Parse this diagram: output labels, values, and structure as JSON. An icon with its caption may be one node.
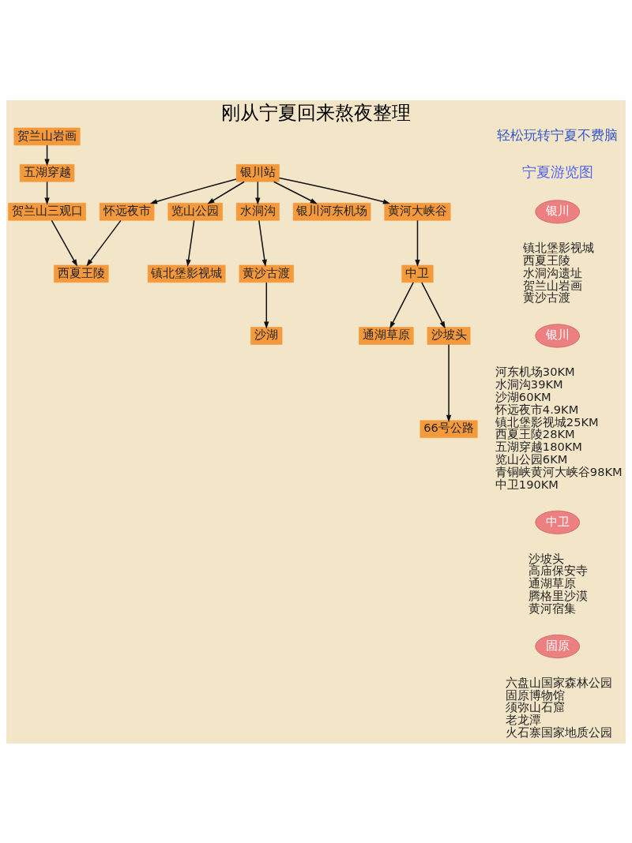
{
  "diagram": {
    "title": "刚从宁夏回来熬夜整理",
    "nodes": [
      {
        "text": [
          "贺兰山岩画"
        ]
      },
      {
        "text": [
          "五湖穿越"
        ]
      },
      {
        "text": [
          "贺兰山三观口"
        ]
      },
      {
        "text": [
          "西夏王陵"
        ]
      },
      {
        "text": [
          "镇北堡影视城"
        ]
      },
      {
        "text": [
          "览山公园"
        ]
      },
      {
        "text": [
          "银川站"
        ]
      },
      {
        "text": [
          "怀远夜市"
        ]
      },
      {
        "text": [
          "水洞沟"
        ]
      },
      {
        "text": [
          "黄沙古渡"
        ]
      },
      {
        "text": [
          "沙湖"
        ]
      },
      {
        "text": [
          "银川河东机场"
        ]
      },
      {
        "text": [
          "黄河大峡谷"
        ]
      },
      {
        "text": [
          "通湖草原"
        ]
      },
      {
        "text": [
          "中卫"
        ]
      },
      {
        "text": [
          "沙坡头"
        ]
      },
      {
        "text": [
          "66号公路"
        ]
      },
      {
        "text": [
          "银川"
        ],
        "beside": [
          "镇北堡影视城",
          "西夏王陵",
          "水洞沟遗址",
          "贺兰山岩画",
          "黄沙古渡"
        ]
      },
      {
        "text": [
          "银川"
        ],
        "beside": [
          "河东机场30KM",
          "水洞沟39KM",
          "沙湖60KM",
          "怀远夜市4.9KM",
          "镇北堡影视城25KM",
          "西夏王陵28KM",
          "五湖穿越180KM",
          "览山公园6KM",
          "青铜峡黄河大峡谷98KM",
          "中卫190KM"
        ]
      },
      {
        "text": [
          "中卫"
        ],
        "beside": [
          "沙坡头",
          "高庙保安寺",
          "通湖草原",
          "腾格里沙漠",
          "黄河宿集"
        ]
      },
      {
        "text": [
          "固原"
        ],
        "beside": [
          "六盘山国家森林公园",
          "固原博物馆",
          "须弥山石窟",
          "老龙潭",
          "火石寨国家地质公园"
        ]
      }
    ],
    "edges": [
      {
        "from": 0,
        "to": 1,
        "arrow": "to"
      },
      {
        "from": 1,
        "to": 2,
        "arrow": "to"
      },
      {
        "from": 2,
        "to": 3,
        "arrow": "to"
      },
      {
        "from": 5,
        "to": 4,
        "arrow": "to"
      },
      {
        "from": 6,
        "to": 5,
        "arrow": "to"
      },
      {
        "from": 6,
        "to": 7,
        "arrow": "to"
      },
      {
        "from": 7,
        "to": 3,
        "arrow": "to"
      },
      {
        "from": 6,
        "to": 8,
        "arrow": "to"
      },
      {
        "from": 8,
        "to": 9,
        "arrow": "to"
      },
      {
        "from": 9,
        "to": 10,
        "arrow": "to"
      },
      {
        "from": 6,
        "to": 11,
        "arrow": "to"
      },
      {
        "from": 6,
        "to": 12,
        "arrow": "to"
      },
      {
        "from": 12,
        "to": 14,
        "arrow": "to"
      },
      {
        "from": 14,
        "to": 13,
        "arrow": "to"
      },
      {
        "from": 14,
        "to": 15,
        "arrow": "to"
      },
      {
        "from": 15,
        "to": 16,
        "arrow": "to"
      }
    ],
    "labels": [
      "轻松玩转宁夏不费脑",
      "宁夏游览图"
    ]
  }
}
